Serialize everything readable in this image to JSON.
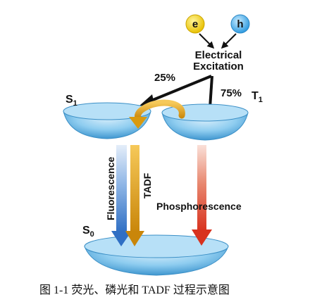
{
  "particles": {
    "electron": "e",
    "hole": "h"
  },
  "excitation": {
    "line1": "Electrical",
    "line2": "Excitation"
  },
  "percentages": {
    "singlet": "25%",
    "triplet": "75%"
  },
  "states": {
    "s1": "S",
    "s1_sub": "1",
    "t1": "T",
    "t1_sub": "1",
    "s0": "S",
    "s0_sub": "0"
  },
  "processes": {
    "fluorescence": "Fluorescence",
    "tadf": "TADF",
    "phosphorescence": "Phosphorescence"
  },
  "caption": "图 1-1 荧光、磷光和 TADF 过程示意图",
  "colors": {
    "electron": "#f2d21b",
    "hole": "#4fb3ea",
    "disk": "#7cc3ec",
    "fluorescence": "#2f6fc4",
    "tadf": "#d99a0f",
    "phosphorescence": "#d8321e"
  }
}
